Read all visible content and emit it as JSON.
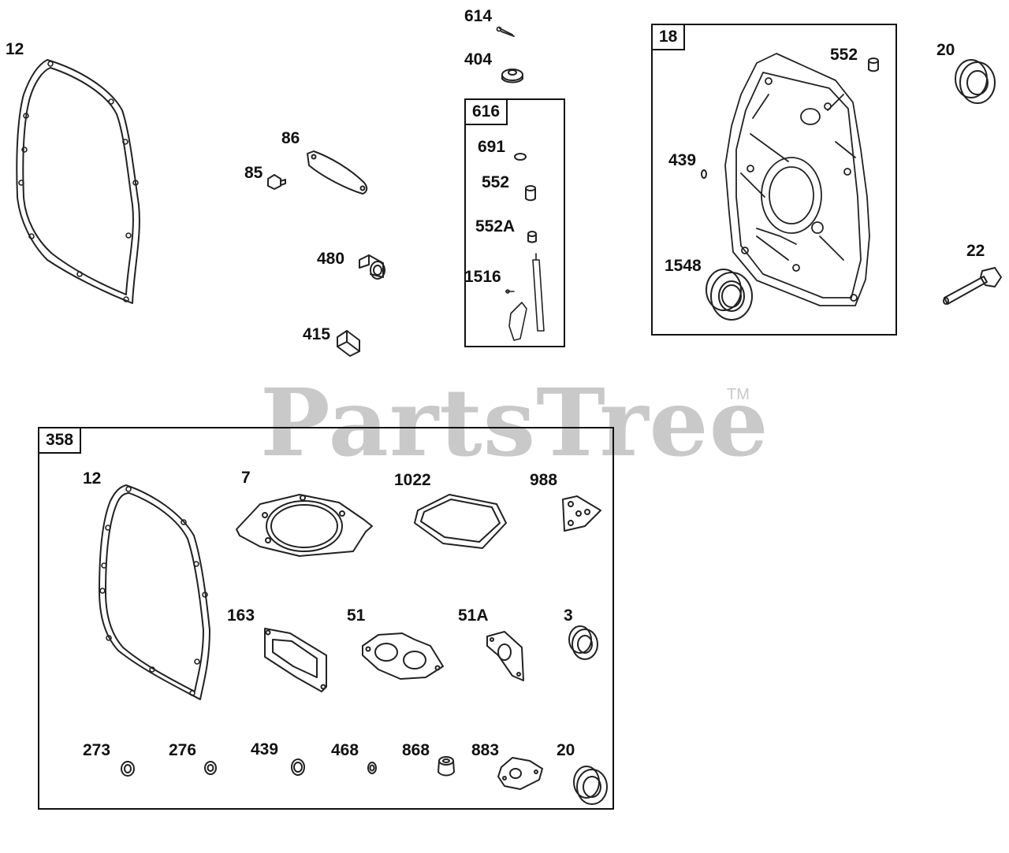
{
  "watermark": {
    "text": "PartsTree",
    "tm": "TM",
    "color": "#c9c9c9"
  },
  "boxes": {
    "b616": "616",
    "b18": "18",
    "b358": "358"
  },
  "labels": {
    "l12a": "12",
    "l614": "614",
    "l404": "404",
    "l86": "86",
    "l85": "85",
    "l480": "480",
    "l415": "415",
    "l691": "691",
    "l552a": "552",
    "l552A": "552A",
    "l1516": "1516",
    "l552b": "552",
    "l439a": "439",
    "l1548": "1548",
    "l20a": "20",
    "l22": "22",
    "l12b": "12",
    "l7": "7",
    "l1022": "1022",
    "l988": "988",
    "l163": "163",
    "l51": "51",
    "l51A": "51A",
    "l3": "3",
    "l273": "273",
    "l276": "276",
    "l439b": "439",
    "l468": "468",
    "l868": "868",
    "l883": "883",
    "l20b": "20"
  }
}
